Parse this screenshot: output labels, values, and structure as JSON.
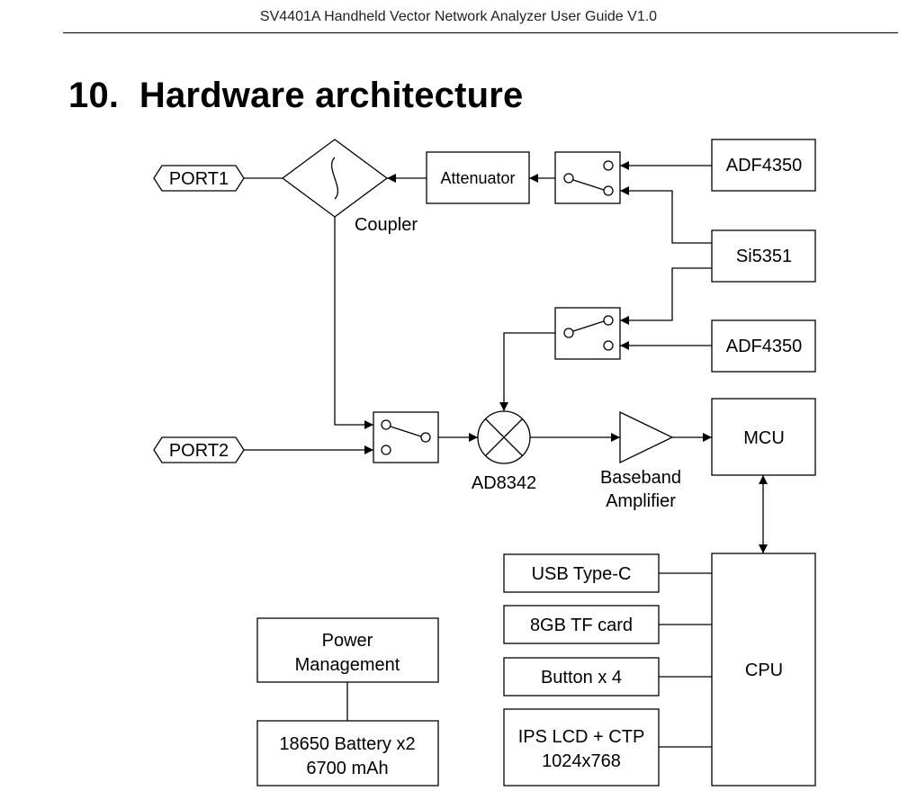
{
  "header": {
    "title": "SV4401A Handheld Vector Network Analyzer User Guide V1.0"
  },
  "section": {
    "number": "10.",
    "title": "Hardware architecture"
  },
  "diagram": {
    "port1": "PORT1",
    "port2": "PORT2",
    "coupler": "Coupler",
    "attenuator": "Attenuator",
    "adf_top": "ADF4350",
    "si5351": "Si5351",
    "adf_bottom": "ADF4350",
    "mixer": "AD8342",
    "amp_line1": "Baseband",
    "amp_line2": "Amplifier",
    "mcu": "MCU",
    "cpu": "CPU",
    "usb": "USB Type-C",
    "tf": "8GB TF card",
    "buttons": "Button x 4",
    "lcd_line1": "IPS LCD + CTP",
    "lcd_line2": "1024x768",
    "power_line1": "Power",
    "power_line2": "Management",
    "battery_line1": "18650 Battery x2",
    "battery_line2": "6700 mAh"
  }
}
